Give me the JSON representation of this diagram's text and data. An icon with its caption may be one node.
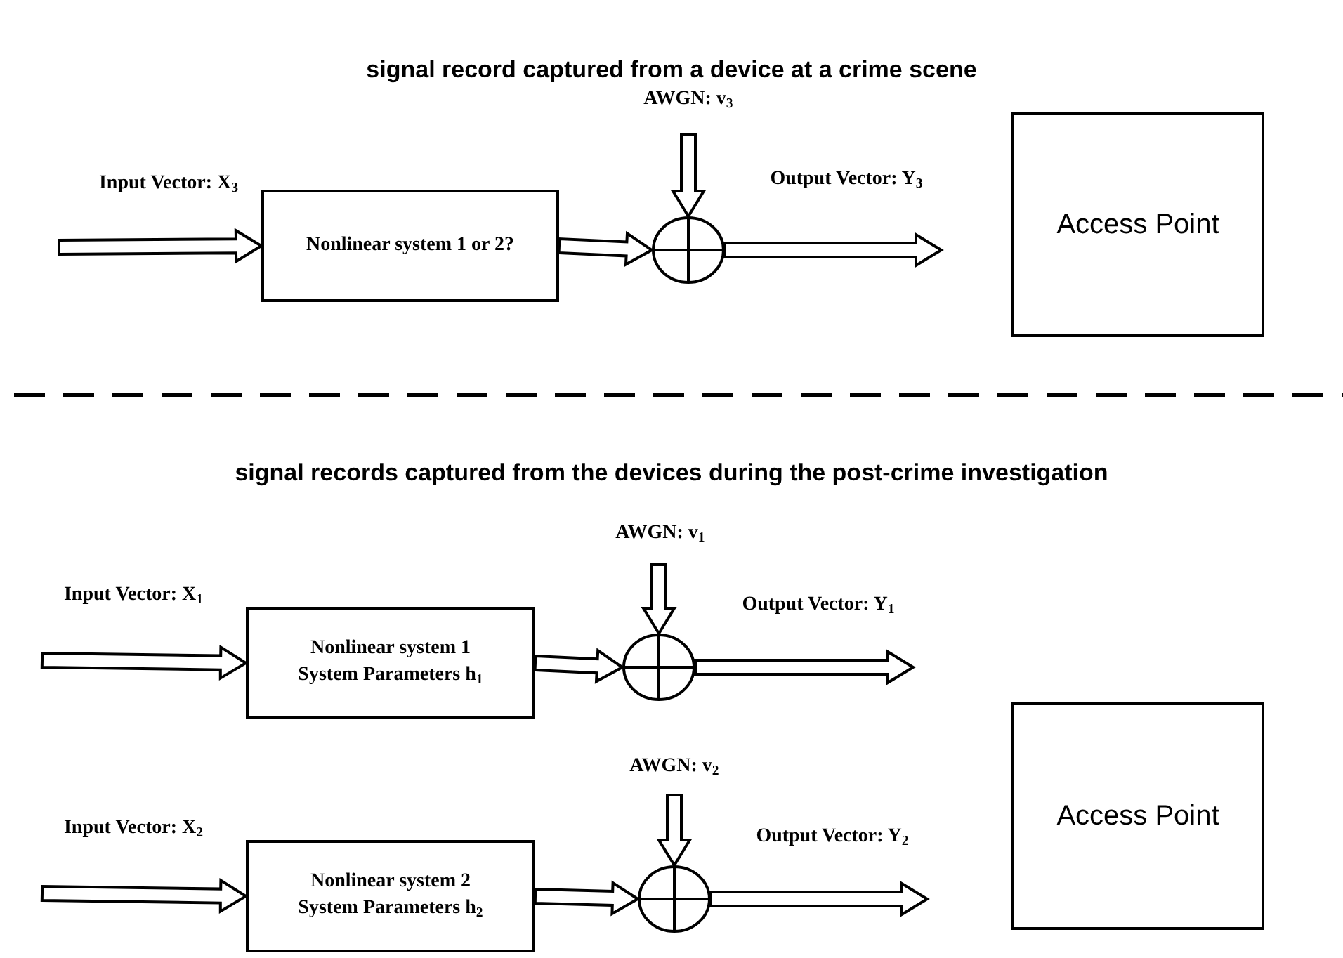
{
  "diagram": {
    "nodes": [
      {
        "text": [
          "Nonlinear system 1 or 2?"
        ]
      },
      {
        "text": [],
        "shape": "circle"
      },
      {
        "text": [
          "Access Point"
        ]
      },
      {
        "text": [
          "Nonlinear system 1",
          "System Parameters h$_{1}$"
        ]
      },
      {
        "text": [],
        "shape": "circle"
      },
      {
        "text": [
          "Nonlinear system 2",
          "System Parameters h$_{2}$"
        ]
      },
      {
        "text": [],
        "shape": "circle"
      },
      {
        "text": [
          "Access Point"
        ]
      }
    ],
    "edges": [
      {
        "from": null,
        "to": 0,
        "arrow": "to",
        "label": "Input Vector: X$_{3}$"
      },
      {
        "from": 0,
        "to": 1,
        "arrow": "to"
      },
      {
        "from": null,
        "to": 1,
        "arrow": "to",
        "label": "AWGN: v$_{3}$"
      },
      {
        "from": 1,
        "to": null,
        "arrow": "to",
        "label": "Output Vector: Y$_{3}$"
      },
      {
        "from": null,
        "to": 3,
        "arrow": "to",
        "label": "Input Vector: X$_{1}$"
      },
      {
        "from": 3,
        "to": 4,
        "arrow": "to"
      },
      {
        "from": null,
        "to": 4,
        "arrow": "to",
        "label": "AWGN: v$_{1}$"
      },
      {
        "from": 4,
        "to": null,
        "arrow": "to",
        "label": "Output Vector: Y$_{1}$"
      },
      {
        "from": null,
        "to": 5,
        "arrow": "to",
        "label": "Input Vector: X$_{2}$"
      },
      {
        "from": 5,
        "to": 6,
        "arrow": "to"
      },
      {
        "from": null,
        "to": 6,
        "arrow": "to",
        "label": "AWGN: v$_{2}$"
      },
      {
        "from": 6,
        "to": null,
        "arrow": "to",
        "label": "Output Vector: Y$_{2}$"
      }
    ],
    "labels": [
      "signal record captured from a device at a crime scene",
      "signal records captured from the devices during the post-crime investigation"
    ]
  }
}
